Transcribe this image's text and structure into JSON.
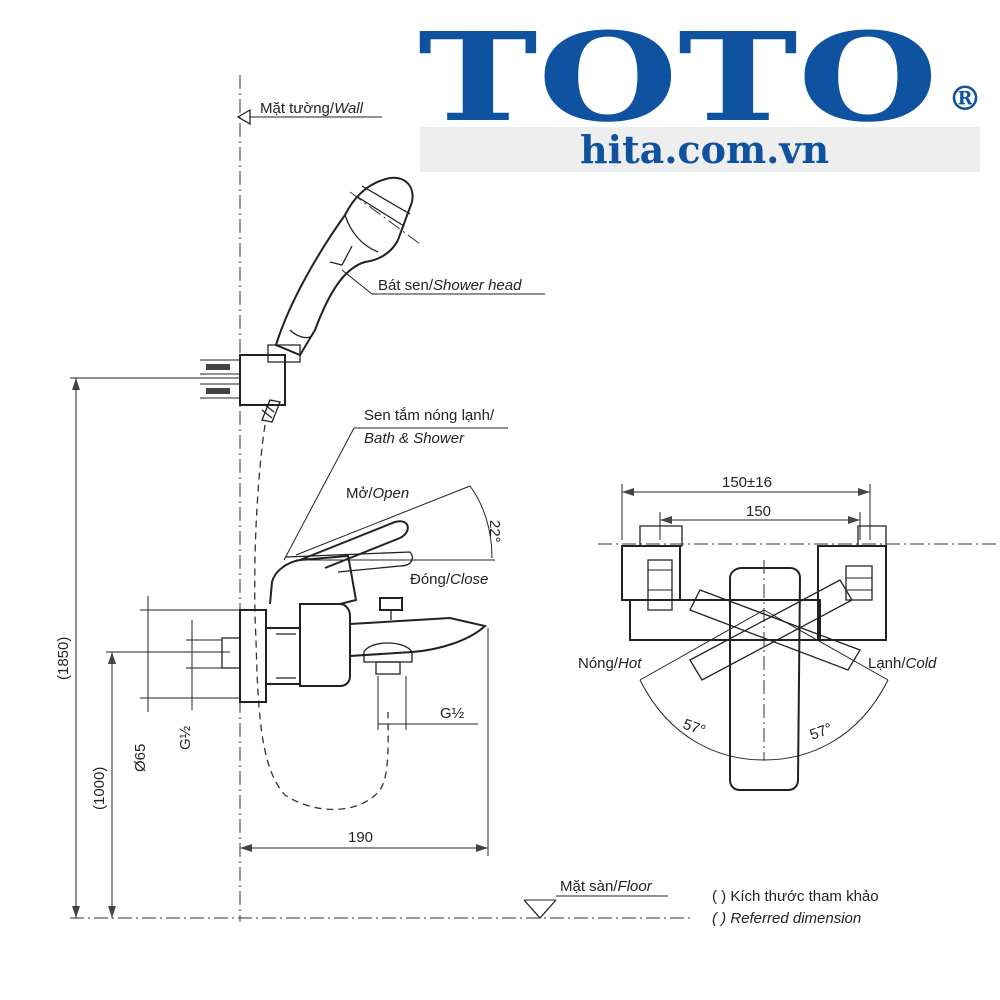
{
  "brand": {
    "logo_text": "TOTO",
    "registered_mark": "®",
    "website": "hita.com.vn",
    "brand_color": "#0e52a0",
    "banner_color": "#eeeeee"
  },
  "side_view": {
    "wall_label": "Mặt tường/",
    "wall_label_it": "Wall",
    "shower_head_label": "Bát sen/",
    "shower_head_label_it": "Shower head",
    "bath_shower_label_1": "Sen tắm nóng lạnh/",
    "bath_shower_label_2": "Bath & Shower",
    "open_label": "Mở/",
    "open_label_it": "Open",
    "close_label": "Đóng/",
    "close_label_it": "Close",
    "handle_angle": "22°",
    "dim_height_total": "(1850)",
    "dim_height_valve": "(1000)",
    "dim_diameter": "Ø65",
    "dim_inlet_thread": "G½",
    "dim_outlet_thread": "G½",
    "dim_projection": "190",
    "floor_label": "Mặt sàn/",
    "floor_label_it": "Floor"
  },
  "top_view": {
    "dim_center_tol": "150±16",
    "dim_center": "150",
    "hot_label": "Nóng/",
    "hot_label_it": "Hot",
    "cold_label": "Lạnh/",
    "cold_label_it": "Cold",
    "angle_hot": "57°",
    "angle_cold": "57°"
  },
  "legend": {
    "line1": "(        ) Kích thước tham khảo",
    "line2": "(        ) Referred dimension"
  }
}
